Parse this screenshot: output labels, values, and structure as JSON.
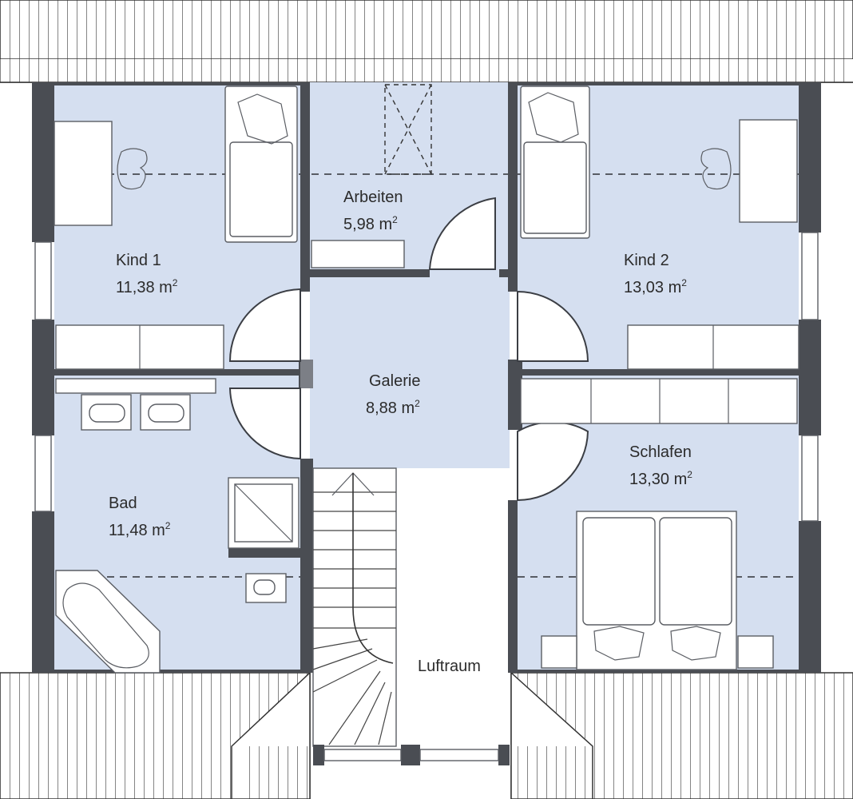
{
  "rooms": [
    {
      "name": "Kind 1",
      "area": "11,38 m",
      "unit_sup": "2"
    },
    {
      "name": "Arbeiten",
      "area": "5,98 m",
      "unit_sup": "2"
    },
    {
      "name": "Kind 2",
      "area": "13,03 m",
      "unit_sup": "2"
    },
    {
      "name": "Galerie",
      "area": "8,88 m",
      "unit_sup": "2"
    },
    {
      "name": "Schlafen",
      "area": "13,30 m",
      "unit_sup": "2"
    },
    {
      "name": "Bad",
      "area": "11,48 m",
      "unit_sup": "2"
    },
    {
      "name": "Luftraum",
      "area": "",
      "unit_sup": ""
    }
  ],
  "colors": {
    "floor": "#d5dff0",
    "wall": "#4a4d53",
    "roof_line": "#3a3a3a"
  }
}
